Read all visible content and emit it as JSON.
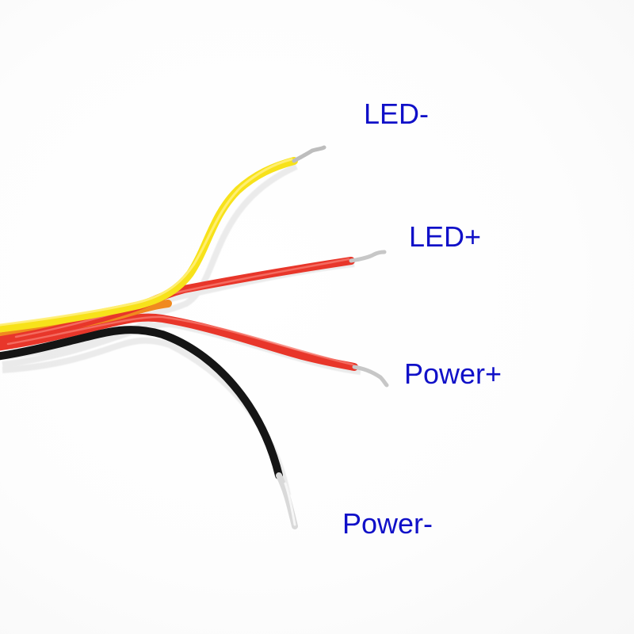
{
  "labels": {
    "led_minus": "LED-",
    "led_plus": "LED+",
    "power_plus": "Power+",
    "power_minus": "Power-"
  },
  "colors": {
    "label_text": "#1010c8",
    "background": "#ffffff",
    "wire_yellow": "#f7e21a",
    "wire_orange": "#f08a1f",
    "wire_red": "#e8362a",
    "wire_black": "#151515",
    "conductor_tin": "#c9c9c9"
  },
  "wires": [
    {
      "name": "led-minus-wire",
      "color": "yellow"
    },
    {
      "name": "led-plus-wire",
      "color": "red"
    },
    {
      "name": "power-plus-wire",
      "color": "red"
    },
    {
      "name": "power-minus-wire",
      "color": "black"
    }
  ]
}
